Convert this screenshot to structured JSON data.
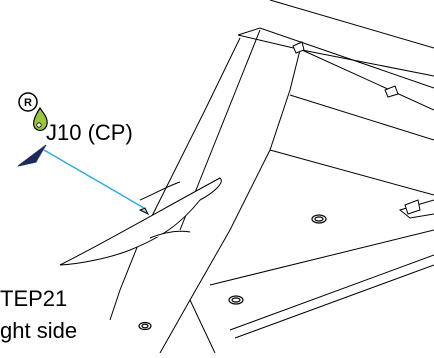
{
  "callout": {
    "badge_letter": "R",
    "part_label": "J10 (CP)",
    "leader_color": "#29abe2",
    "marker_color": "#1f2a5c",
    "drop_color": "#9bc53d"
  },
  "caption": {
    "step": "TEP21",
    "side": "ght side"
  }
}
